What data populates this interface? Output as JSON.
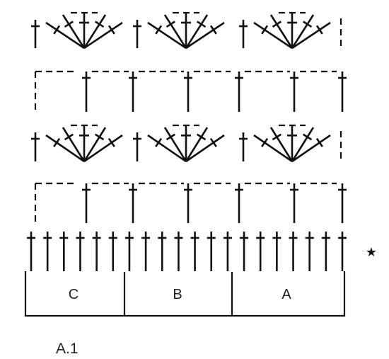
{
  "diagram": {
    "caption": "A.1",
    "repeat_marker": "★",
    "sections": [
      "C",
      "B",
      "A"
    ],
    "rows": [
      {
        "type": "fan"
      },
      {
        "type": "mesh"
      },
      {
        "type": "fan"
      },
      {
        "type": "mesh"
      },
      {
        "type": "trebles"
      }
    ],
    "colors": {
      "ink": "#111111"
    }
  }
}
